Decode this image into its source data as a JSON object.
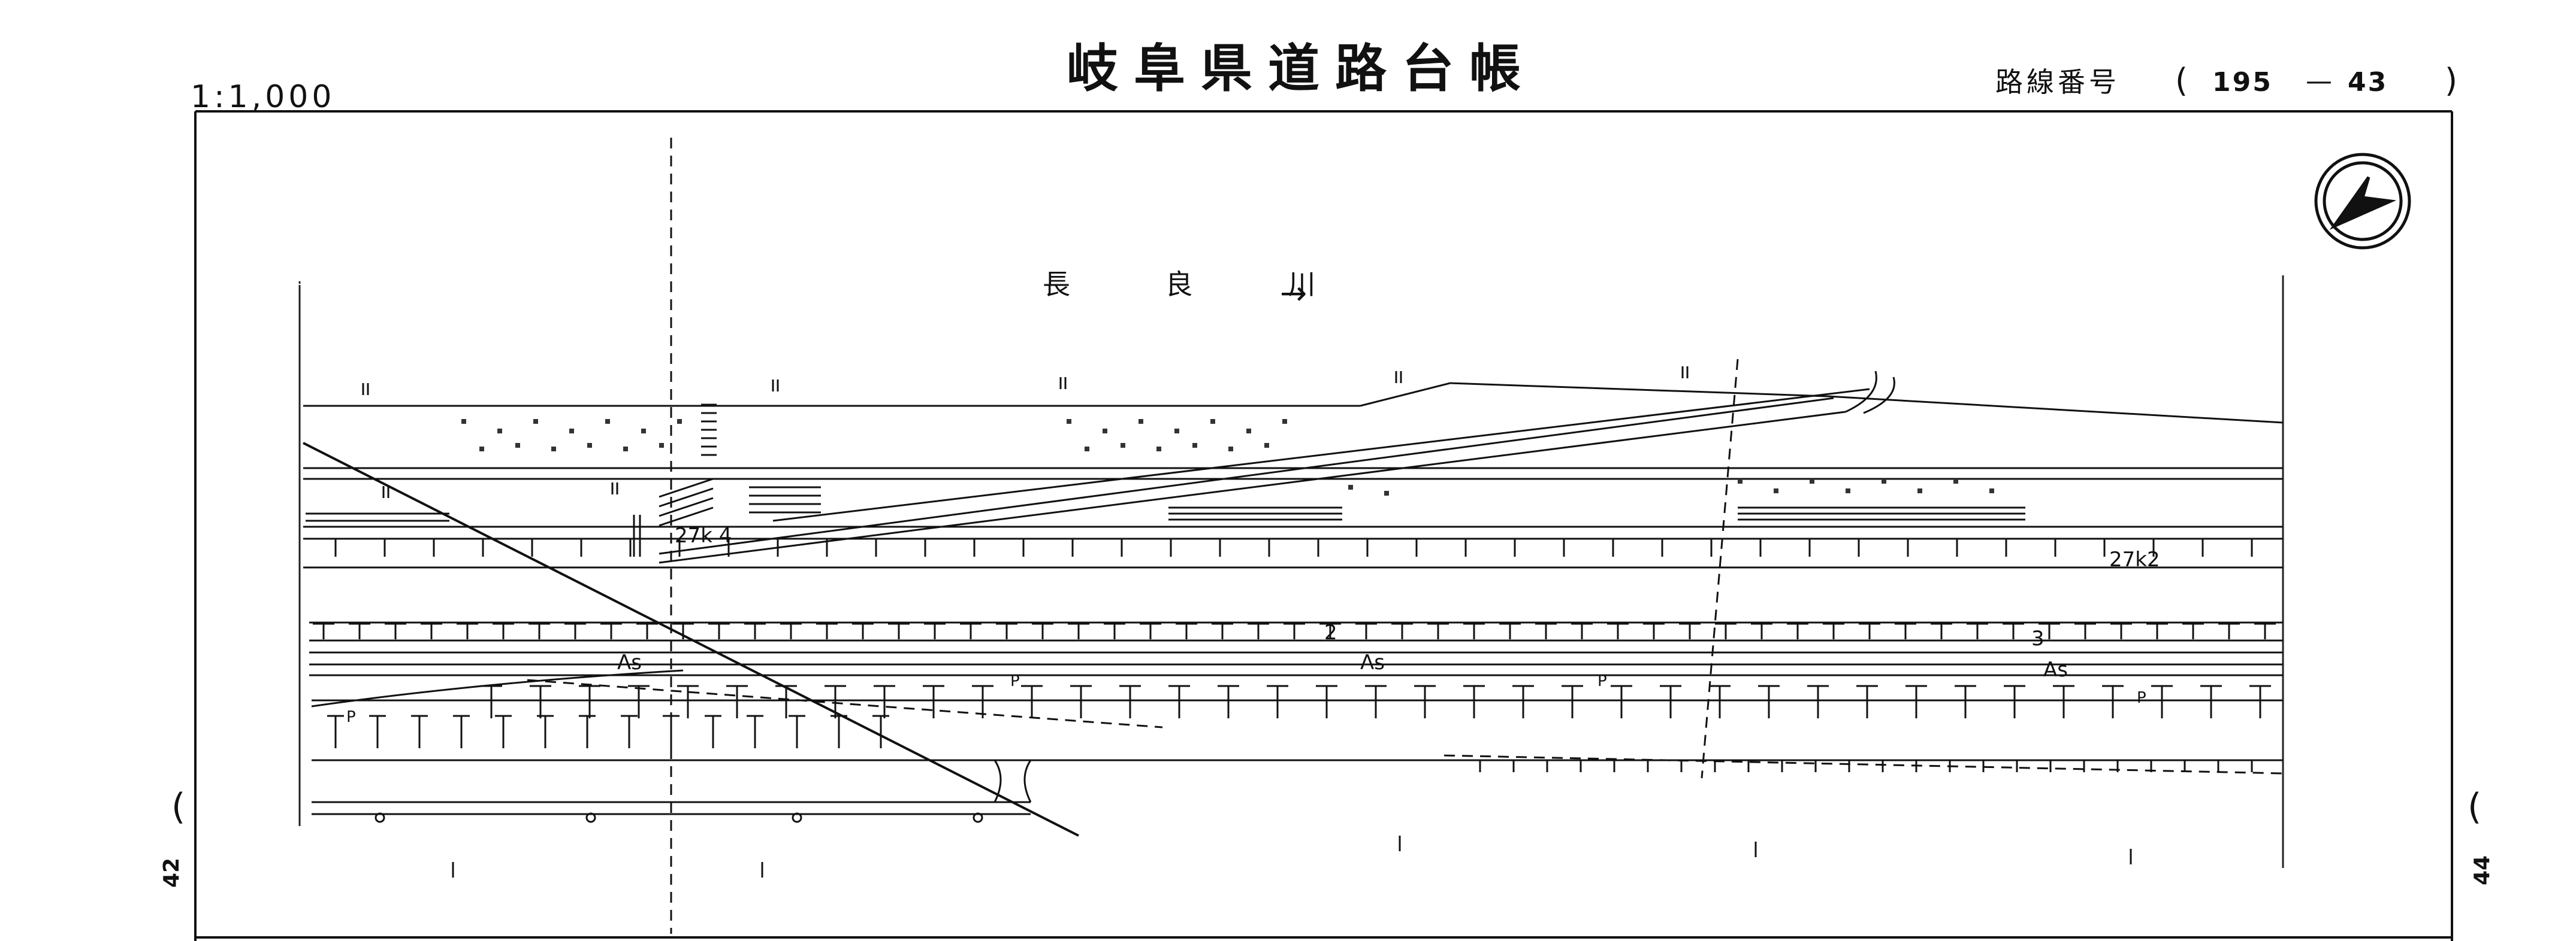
{
  "header": {
    "title": "岐阜県道路台帳",
    "scale": "1:1,000",
    "route_label": "路線番号",
    "route_paren_open": "(",
    "route_number": "195",
    "route_dash": "—",
    "route_sub": "43",
    "route_paren_close": ")"
  },
  "map": {
    "river_label": "長 良 川",
    "river_arrow": "→",
    "labels": {
      "km_left": "27k 4",
      "km_right": "27k2",
      "lane_2": "2",
      "lane_3": "3",
      "pavement_left": "As",
      "pavement_mid": "As",
      "pavement_right": "As",
      "p_1": "P",
      "p_2": "P",
      "p_3": "P",
      "p_4": "P"
    },
    "compass_icon": "north-arrow-icon"
  },
  "sheets": {
    "prev_sheet": "42",
    "next_sheet": "44",
    "left_paren": "(",
    "right_paren": "("
  }
}
